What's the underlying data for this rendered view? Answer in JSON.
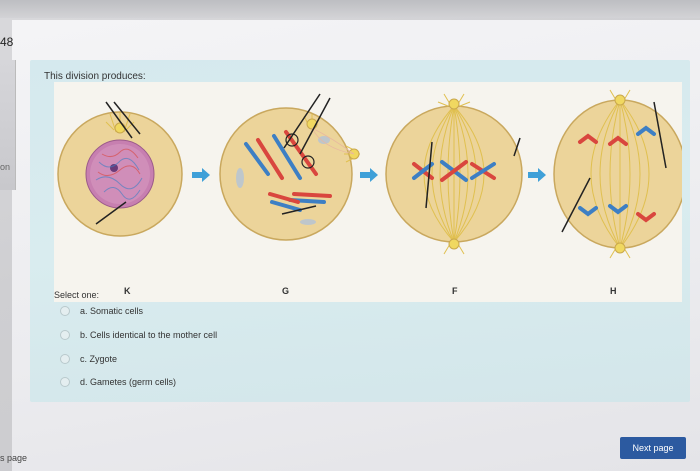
{
  "question": {
    "number": "48",
    "text": "This division produces:"
  },
  "left_nav": {
    "partial_text": "on",
    "page_link": "s page"
  },
  "diagram": {
    "stages": [
      "K",
      "G",
      "F",
      "H"
    ]
  },
  "answers": {
    "select_label": "Select one:",
    "options": [
      "a. Somatic cells",
      "b. Cells identical to the mother cell",
      "c. Zygote",
      "d. Gametes (germ cells)"
    ]
  },
  "navigation": {
    "next_label": "Next page"
  },
  "colors": {
    "card_bg": "#d5e9ee",
    "button_bg": "#2c5aa0",
    "chromosome_red": "#d9463e",
    "chromosome_blue": "#3d7fc4"
  }
}
